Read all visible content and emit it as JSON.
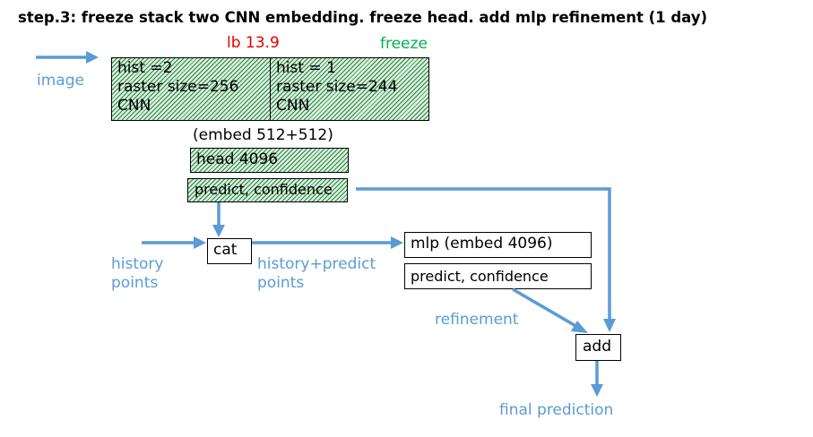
{
  "title": "step.3: freeze stack two CNN embedding. freeze head. add mlp refinement (1 day)",
  "labels": {
    "lb": "lb 13.9",
    "freeze": "freeze",
    "image": "image",
    "embed": "(embed 512+512)",
    "history_points": [
      "history",
      "points"
    ],
    "history_predict_points": [
      "history+predict",
      "points"
    ],
    "refinement": "refinement",
    "final_prediction": "final prediction"
  },
  "cnn_blocks": [
    {
      "lines": [
        "hist =2",
        "raster size=256",
        "CNN"
      ]
    },
    {
      "lines": [
        "hist = 1",
        "raster size=244",
        "CNN"
      ]
    }
  ],
  "boxes": {
    "head": "head 4096",
    "predict_confidence_frozen": "predict, confidence",
    "cat": "cat",
    "mlp": "mlp (embed 4096)",
    "predict_confidence_refine": "predict, confidence",
    "add": "add"
  },
  "colors": {
    "arrow": "#5b9bd5",
    "lb": "#e00000",
    "freeze": "#00b050",
    "hatch": "#2f7d45"
  }
}
